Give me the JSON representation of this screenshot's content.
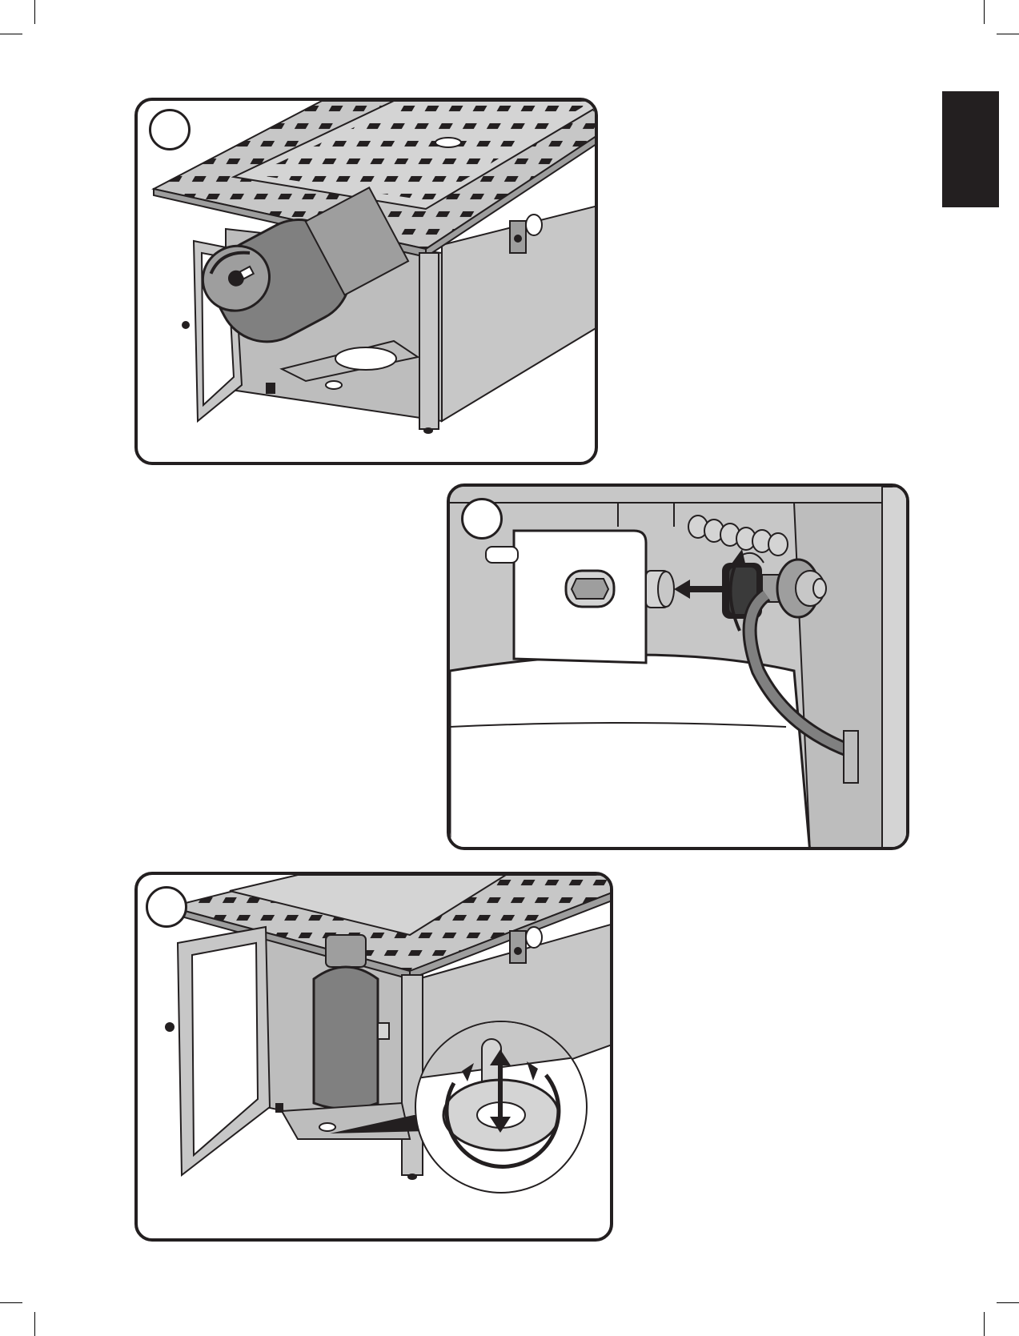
{
  "page": {
    "background": "#ffffff",
    "ink": "#231f20",
    "tank_color": "#808080",
    "metal_color": "#c7c7c7",
    "dark_tab_color": "#231f20"
  },
  "panels": [
    {
      "id": "step-1-figure",
      "content": "propane-tank-being-inserted-into-fire-pit-cabinet"
    },
    {
      "id": "step-2-figure",
      "content": "regulator-connecting-to-tank-valve-with-clockwise-turn-arrow"
    },
    {
      "id": "step-3-figure",
      "content": "tank-in-cabinet-with-tank-retainer-detail"
    }
  ],
  "icons": {
    "push_arrow": "arrow-left-icon",
    "rotate_arrow": "rotate-arrow-icon",
    "up_down_arrow": "up-down-arrow-icon"
  }
}
